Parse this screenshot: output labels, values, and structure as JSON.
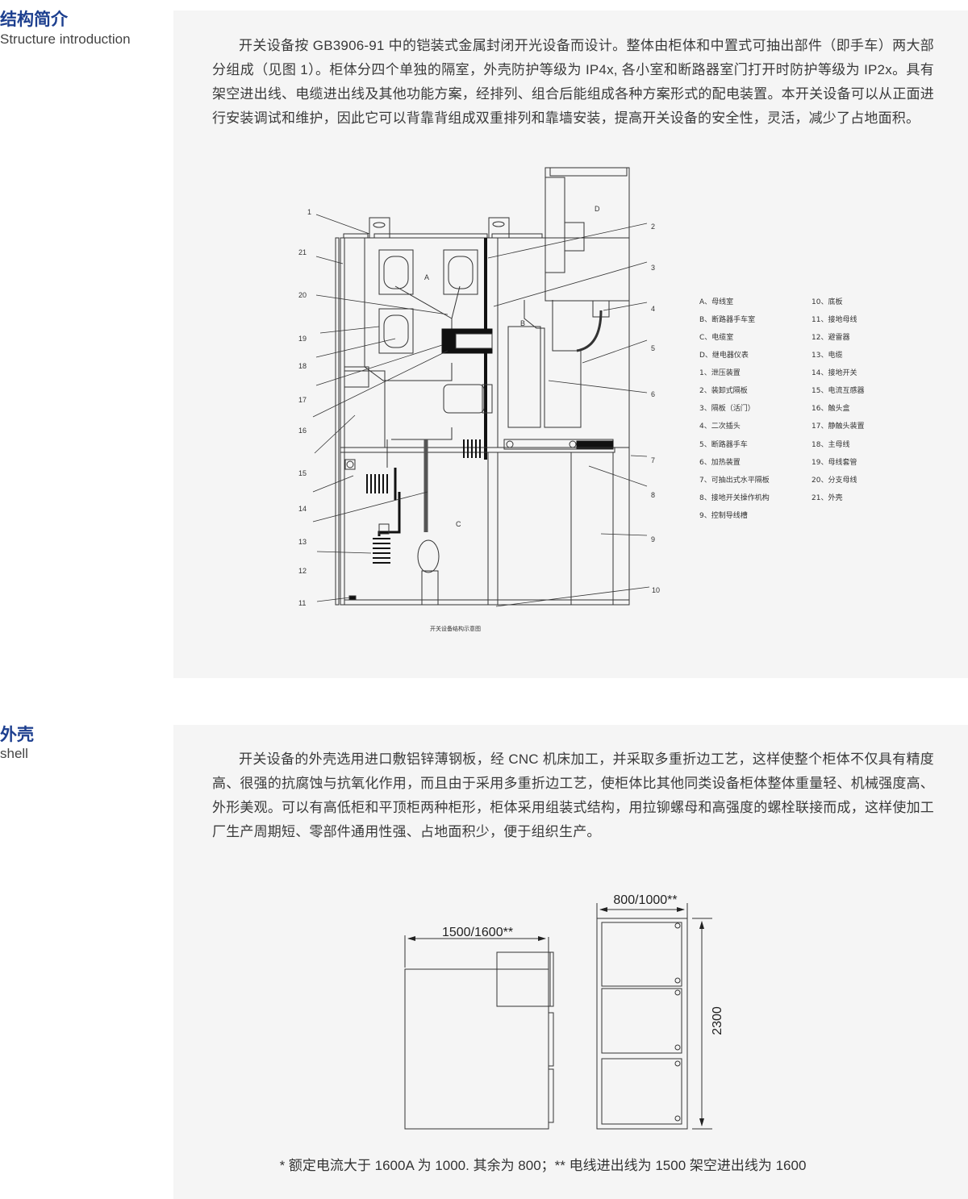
{
  "structure": {
    "title": "结构简介",
    "subtitle": "Structure introduction",
    "paragraph": "开关设备按 GB3906-91 中的铠装式金属封闭开光设备而设计。整体由柜体和中置式可抽出部件（即手车）两大部分组成（见图 1）。柜体分四个单独的隔室，外壳防护等级为 IP4x, 各小室和断路器室门打开时防护等级为 IP2x。具有架空进出线、电缆进出线及其他功能方案，经排列、组合后能组成各种方案形式的配电装置。本开关设备可以从正面进行安装调试和维护，因此它可以背靠背组成双重排列和靠墙安装，提高开关设备的安全性，灵活，减少了占地面积。",
    "diagram": {
      "caption": "开关设备结构示意图",
      "compartments": [
        "A",
        "B",
        "C",
        "D"
      ],
      "left_numbers": [
        "1",
        "21",
        "20",
        "19",
        "18",
        "17",
        "16",
        "15",
        "14",
        "13",
        "12",
        "11"
      ],
      "right_numbers": [
        "2",
        "3",
        "4",
        "5",
        "6",
        "7",
        "8",
        "9",
        "10"
      ],
      "legend_col1": [
        "A、母线室",
        "B、断路器手车室",
        "C、电缆室",
        "D、继电器仪表",
        "1、泄压装置",
        "2、装卸式隔板",
        "3、隔板（活门）",
        "4、二次插头",
        "5、断路器手车",
        "6、加热装置",
        "7、可抽出式水平隔板",
        "8、接地开关操作机构",
        "9、控制导线槽"
      ],
      "legend_col2": [
        "10、底板",
        "11、接地母线",
        "12、避雷器",
        "13、电缆",
        "14、接地开关",
        "15、电流互感器",
        "16、触头盒",
        "17、静触头装置",
        "18、主母线",
        "19、母线套管",
        "20、分支母线",
        "21、外壳"
      ]
    }
  },
  "shell": {
    "title": "外壳",
    "subtitle": "shell",
    "paragraph": "开关设备的外壳选用进口敷铝锌薄钢板，经 CNC 机床加工，并采取多重折边工艺，这样使整个柜体不仅具有精度高、很强的抗腐蚀与抗氧化作用，而且由于采用多重折边工艺，使柜体比其他同类设备柜体整体重量轻、机械强度高、外形美观。可以有高低柜和平顶柜两种柜形，柜体采用组装式结构，用拉铆螺母和高强度的螺栓联接而成，这样使加工厂生产周期短、零部件通用性强、占地面积少，便于组织生产。",
    "depth_label": "1500/1600**",
    "width_label": "800/1000**",
    "height_label": "2300",
    "footnote": "* 额定电流大于 1600A 为 1000. 其余为 800；** 电线进出线为 1500 架空进出线为 1600"
  },
  "colors": {
    "title_blue": "#1d3f8f",
    "panel_bg": "#f5f5f5"
  }
}
